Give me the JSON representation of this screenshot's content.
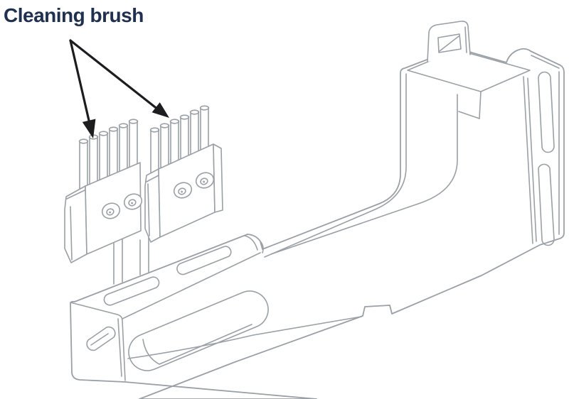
{
  "figure": {
    "background": "#ffffff",
    "line_color": "#9aa0a6",
    "label": {
      "text": "Cleaning brush",
      "color": "#20304f"
    },
    "arrows": {
      "color": "#1d1d1f",
      "count": 2,
      "targets": [
        "left brush block bristles",
        "right brush block bristles"
      ]
    },
    "parts": {
      "left_brush": "Left cleaning brush block with bristles and two fixing screws",
      "right_brush": "Right cleaning brush block with bristles and two fixing screws",
      "bracket": "Sheet-metal mounting bracket: hook tab, vertical plate with two slots, curved arm, slotted base rail with oblong cutout and end cap"
    }
  }
}
